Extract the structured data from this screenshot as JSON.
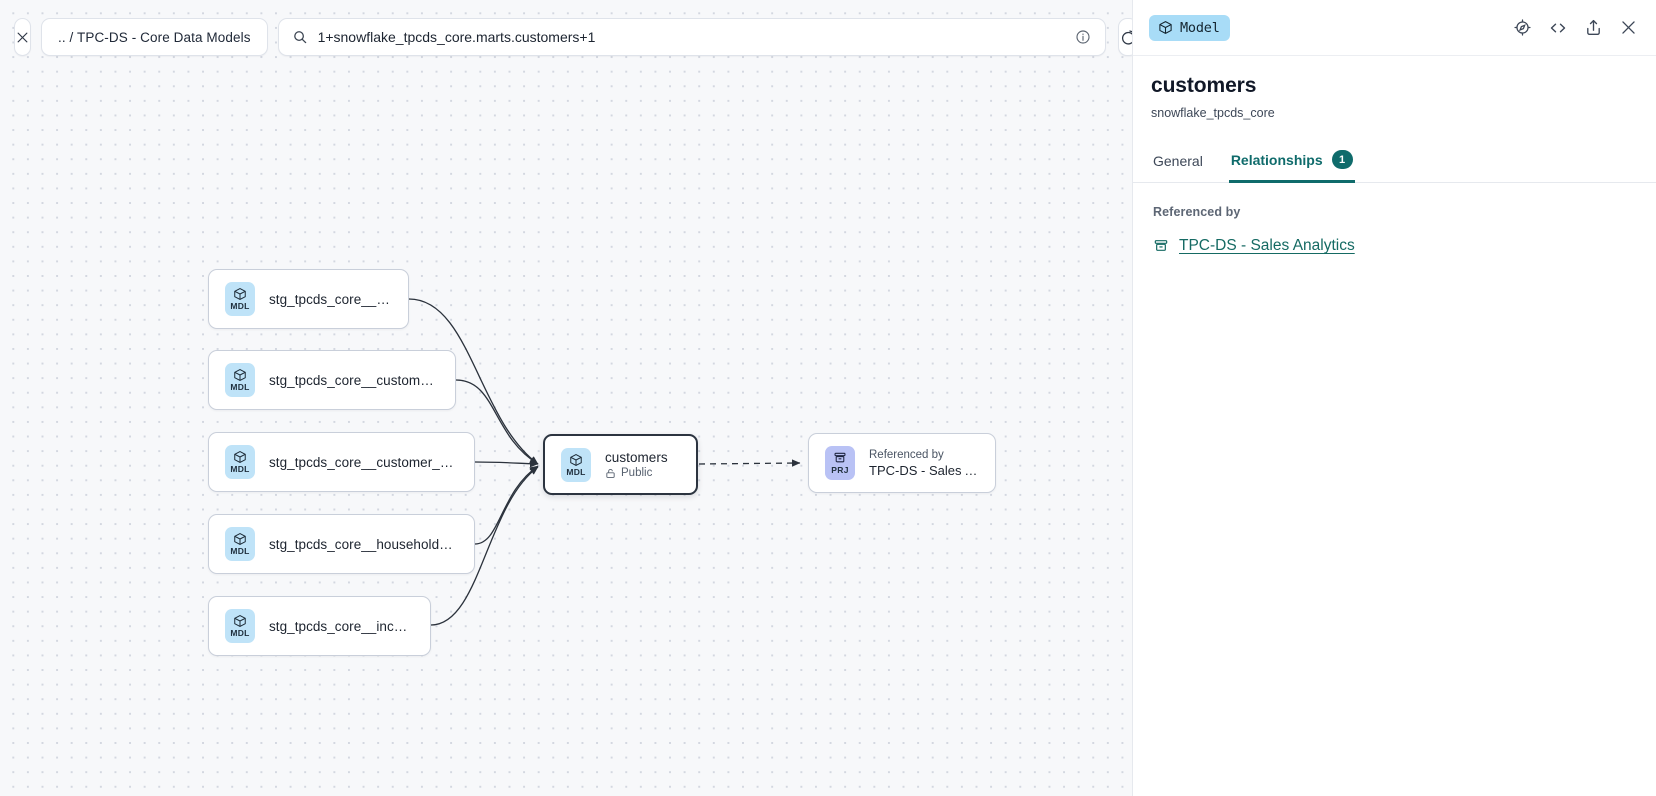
{
  "toolbar": {
    "close_label": "close-icon",
    "breadcrumb": ".. / TPC-DS - Core Data Models",
    "search_value": "1+snowflake_tpcds_core.marts.customers+1",
    "search_icon": "search-icon",
    "info_icon": "info-icon",
    "refresh_icon": "refresh-icon"
  },
  "graph": {
    "upstream_nodes": [
      {
        "badge": "MDL",
        "title": "stg_tpcds_core__customer"
      },
      {
        "badge": "MDL",
        "title": "stg_tpcds_core__customer_address"
      },
      {
        "badge": "MDL",
        "title": "stg_tpcds_core__customer_demogra…"
      },
      {
        "badge": "MDL",
        "title": "stg_tpcds_core__household_demogr…"
      },
      {
        "badge": "MDL",
        "title": "stg_tpcds_core__income_band"
      }
    ],
    "center_node": {
      "badge": "MDL",
      "title": "customers",
      "visibility": "Public",
      "visibility_icon": "lock-icon"
    },
    "downstream_node": {
      "badge": "PRJ",
      "kicker": "Referenced by",
      "title": "TPC-DS - Sales Analytics"
    }
  },
  "panel": {
    "type_badge": "Model",
    "type_badge_icon": "cube-icon",
    "actions": [
      {
        "name": "explore-icon"
      },
      {
        "name": "code-icon"
      },
      {
        "name": "share-icon"
      },
      {
        "name": "close-icon"
      }
    ],
    "title": "customers",
    "subtitle": "snowflake_tpcds_core",
    "tabs": [
      {
        "label": "General",
        "badge": "",
        "active": false
      },
      {
        "label": "Relationships",
        "badge": "1",
        "active": true
      }
    ],
    "section_label": "Referenced by",
    "referenced_by": [
      {
        "icon": "project-icon",
        "label": "TPC-DS - Sales Analytics"
      }
    ]
  },
  "colors": {
    "accent_teal": "#0f6b6b",
    "badge_model": "#bfe3f8",
    "badge_project": "#b9c2f5",
    "canvas": "#f7f8fa",
    "selected_border": "#2c3440"
  }
}
